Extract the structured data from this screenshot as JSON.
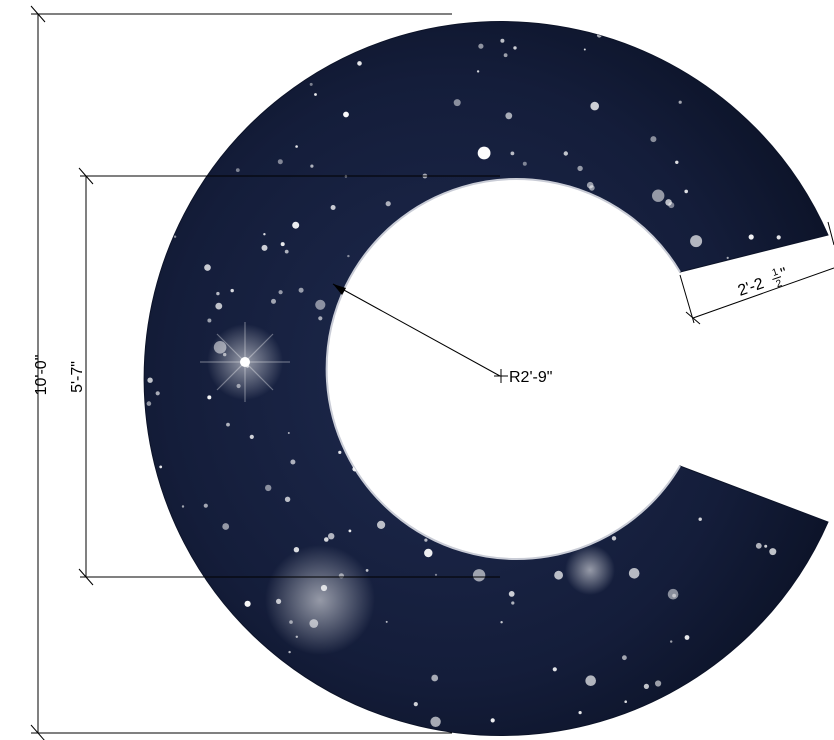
{
  "drawing": {
    "shape": "letter C",
    "fill_color": "#141d3a",
    "fill_color_edge": "#0c1328",
    "texture": "starfield"
  },
  "dimensions": {
    "overall_height": "10'-0\"",
    "inner_opening_height": "5'-7\"",
    "inner_radius": "R2'-9\"",
    "stroke_width_whole": "2'-2",
    "stroke_width_fraction_num": "1",
    "stroke_width_fraction_den": "2",
    "stroke_width_inch_mark": "\""
  }
}
